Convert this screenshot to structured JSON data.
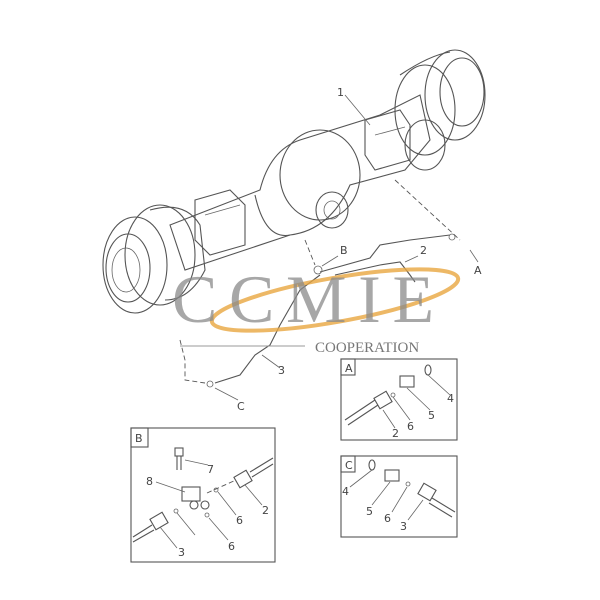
{
  "main_view": {
    "labels": {
      "part1": "1",
      "part2": "2",
      "part3": "3",
      "A": "A",
      "B": "B",
      "C": "C"
    }
  },
  "detail_a": {
    "title": "A",
    "labels": [
      "4",
      "5",
      "6",
      "2"
    ]
  },
  "detail_b": {
    "title": "B",
    "labels": [
      "7",
      "8",
      "2",
      "6",
      "6",
      "3"
    ]
  },
  "detail_c": {
    "title": "C",
    "labels": [
      "4",
      "5",
      "6",
      "3"
    ]
  },
  "watermark": {
    "brand": "CCMIE",
    "subtitle": "COOPERATION",
    "swoosh_color": "#e8a640"
  }
}
